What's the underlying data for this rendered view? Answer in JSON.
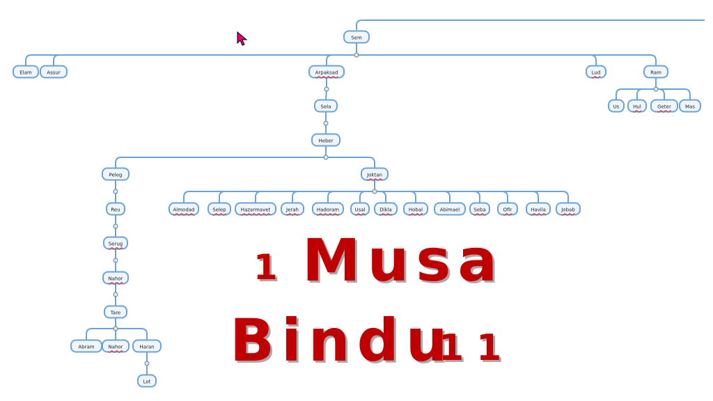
{
  "title": {
    "line1_num": "1",
    "line1_word": "Musa",
    "line2_word": "Bindu",
    "line2_num": "11"
  },
  "colors": {
    "title": "#c00000",
    "node_border": "#6aa3d6",
    "node_fill": "#eef5fc",
    "line": "#6aa3d6",
    "cursor": "#e0007a"
  },
  "nodes": {
    "sem": "Sem",
    "elam": "Elam",
    "assur": "Assur",
    "arpaksad": "Arpaksad",
    "lud": "Lud",
    "ram": "Ram",
    "us": "Us",
    "hul": "Hul",
    "geter": "Geter",
    "mas": "Mas",
    "sela": "Sela",
    "heber": "Heber",
    "peleg": "Peleg",
    "joktan": "Joktan",
    "almodad": "Almodad",
    "selep": "Selep",
    "hazarmavet": "Hazarmavet",
    "jerah": "Jerah",
    "hadoram": "Hadoram",
    "usal": "Usal",
    "dikla": "Dikla",
    "hobal": "Hobal",
    "abimael": "Abimael",
    "seba": "Seba",
    "ofir": "Ofir",
    "havila": "Havila",
    "jobab": "Jobab",
    "reu": "Reu",
    "serug": "Serug",
    "nahor1": "Nahor",
    "tare": "Tare",
    "abram": "Abram",
    "nahor2": "Nahor",
    "haran": "Haran",
    "lot": "Lot"
  }
}
